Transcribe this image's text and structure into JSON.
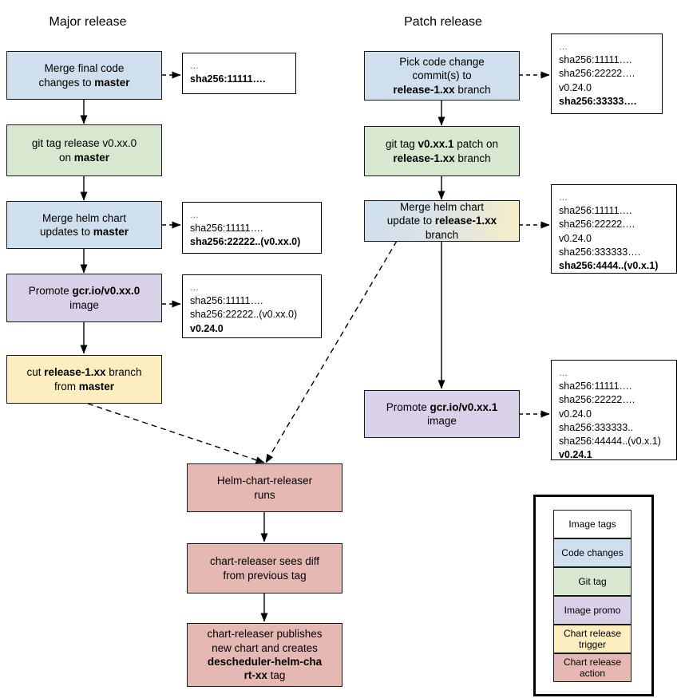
{
  "diagram": {
    "title_left": "Major release",
    "title_right": "Patch release"
  },
  "major": {
    "nodes": [
      {
        "name": "merge-final-code",
        "type": "code-changes",
        "color": "#cfdfee",
        "lines": [
          {
            "t": "Merge final code",
            "b": false
          },
          {
            "t": "changes to ",
            "b": false,
            "bold_tail": "master"
          }
        ],
        "text": "Merge final code changes to master"
      },
      {
        "name": "git-tag-release",
        "type": "git-tag",
        "color": "#d8e8d0",
        "text": "git tag release v0.xx.0 on master"
      },
      {
        "name": "merge-helm-chart-updates",
        "type": "code-changes",
        "color": "#cfdfee",
        "text": "Merge helm chart updates to master"
      },
      {
        "name": "promote-image",
        "type": "image-promo",
        "color": "#d8d1e8",
        "text": "Promote gcr.io/v0.xx.0 image"
      },
      {
        "name": "cut-release-branch",
        "type": "chart-release-trigger",
        "color": "#fdeec0",
        "text": "cut release-1.xx branch from master"
      }
    ],
    "tagboxes": [
      {
        "name": "tags-after-merge-final-code",
        "lines": [
          "…",
          "sha256:11111…."
        ],
        "bold": [
          false,
          true
        ]
      },
      {
        "name": "tags-after-merge-helm-chart",
        "lines": [
          "…",
          "sha256:11111….",
          "sha256:22222..(v0.xx.0)"
        ],
        "bold": [
          false,
          false,
          true
        ]
      },
      {
        "name": "tags-after-promote-image",
        "lines": [
          "…",
          "sha256:11111….",
          "sha256:22222..(v0.xx.0)",
          "v0.24.0"
        ],
        "bold": [
          false,
          false,
          false,
          true
        ]
      }
    ]
  },
  "patch": {
    "nodes": [
      {
        "name": "pick-code-change-commits",
        "type": "code-changes",
        "color": "#cfdfee",
        "text": "Pick code change commit(s) to release-1.xx branch"
      },
      {
        "name": "git-tag-patch",
        "type": "git-tag",
        "color": "#d8e8d0",
        "text": "git tag v0.xx.1 patch on release-1.xx branch"
      },
      {
        "name": "merge-helm-chart-update-release-branch",
        "type": "code-changes-trigger",
        "color": "gradient",
        "text": "Merge helm chart update to release-1.xx branch"
      },
      {
        "name": "promote-image-patch",
        "type": "image-promo",
        "color": "#d8d1e8",
        "text": "Promote gcr.io/v0.xx.1 image"
      }
    ],
    "tagboxes": [
      {
        "name": "tags-after-pick-commits",
        "lines": [
          "…",
          "sha256:11111….",
          "sha256:22222….",
          "v0.24.0",
          "sha256:33333…."
        ],
        "bold": [
          false,
          false,
          false,
          false,
          true
        ]
      },
      {
        "name": "tags-after-merge-helm-chart-release",
        "lines": [
          "…",
          "sha256:11111….",
          "sha256:22222….",
          "v0.24.0",
          "sha256:333333….",
          "sha256:4444..(v0.x.1)"
        ],
        "bold": [
          false,
          false,
          false,
          false,
          false,
          true
        ]
      },
      {
        "name": "tags-after-promote-image-patch",
        "lines": [
          "…",
          "sha256:11111….",
          "sha256:22222….",
          "v0.24.0",
          "sha256:333333..",
          "sha256:44444..(v0.x.1)",
          "v0.24.1"
        ],
        "bold": [
          false,
          false,
          false,
          false,
          false,
          false,
          true
        ]
      }
    ]
  },
  "releaser": {
    "nodes": [
      {
        "name": "helm-chart-releaser-runs",
        "type": "chart-release-action",
        "color": "#e5b8b4",
        "text": "Helm-chart-releaser runs"
      },
      {
        "name": "chart-releaser-sees-diff",
        "type": "chart-release-action",
        "color": "#e5b8b4",
        "text": "chart-releaser sees diff from previous tag"
      },
      {
        "name": "chart-releaser-publishes",
        "type": "chart-release-action",
        "color": "#e5b8b4",
        "text": "chart-releaser publishes new chart and creates descheduler-helm-chart-xx tag"
      }
    ]
  },
  "legend": {
    "name": "legend",
    "items": [
      {
        "label": "Image tags",
        "color": "#ffffff"
      },
      {
        "label": "Code changes",
        "color": "#cfdfee"
      },
      {
        "label": "Git tag",
        "color": "#d8e8d0"
      },
      {
        "label": "Image promo",
        "color": "#d8d1e8"
      },
      {
        "label": "Chart release trigger",
        "color": "#fdeec0"
      },
      {
        "label": "Chart release action",
        "color": "#e5b8b4"
      }
    ]
  }
}
